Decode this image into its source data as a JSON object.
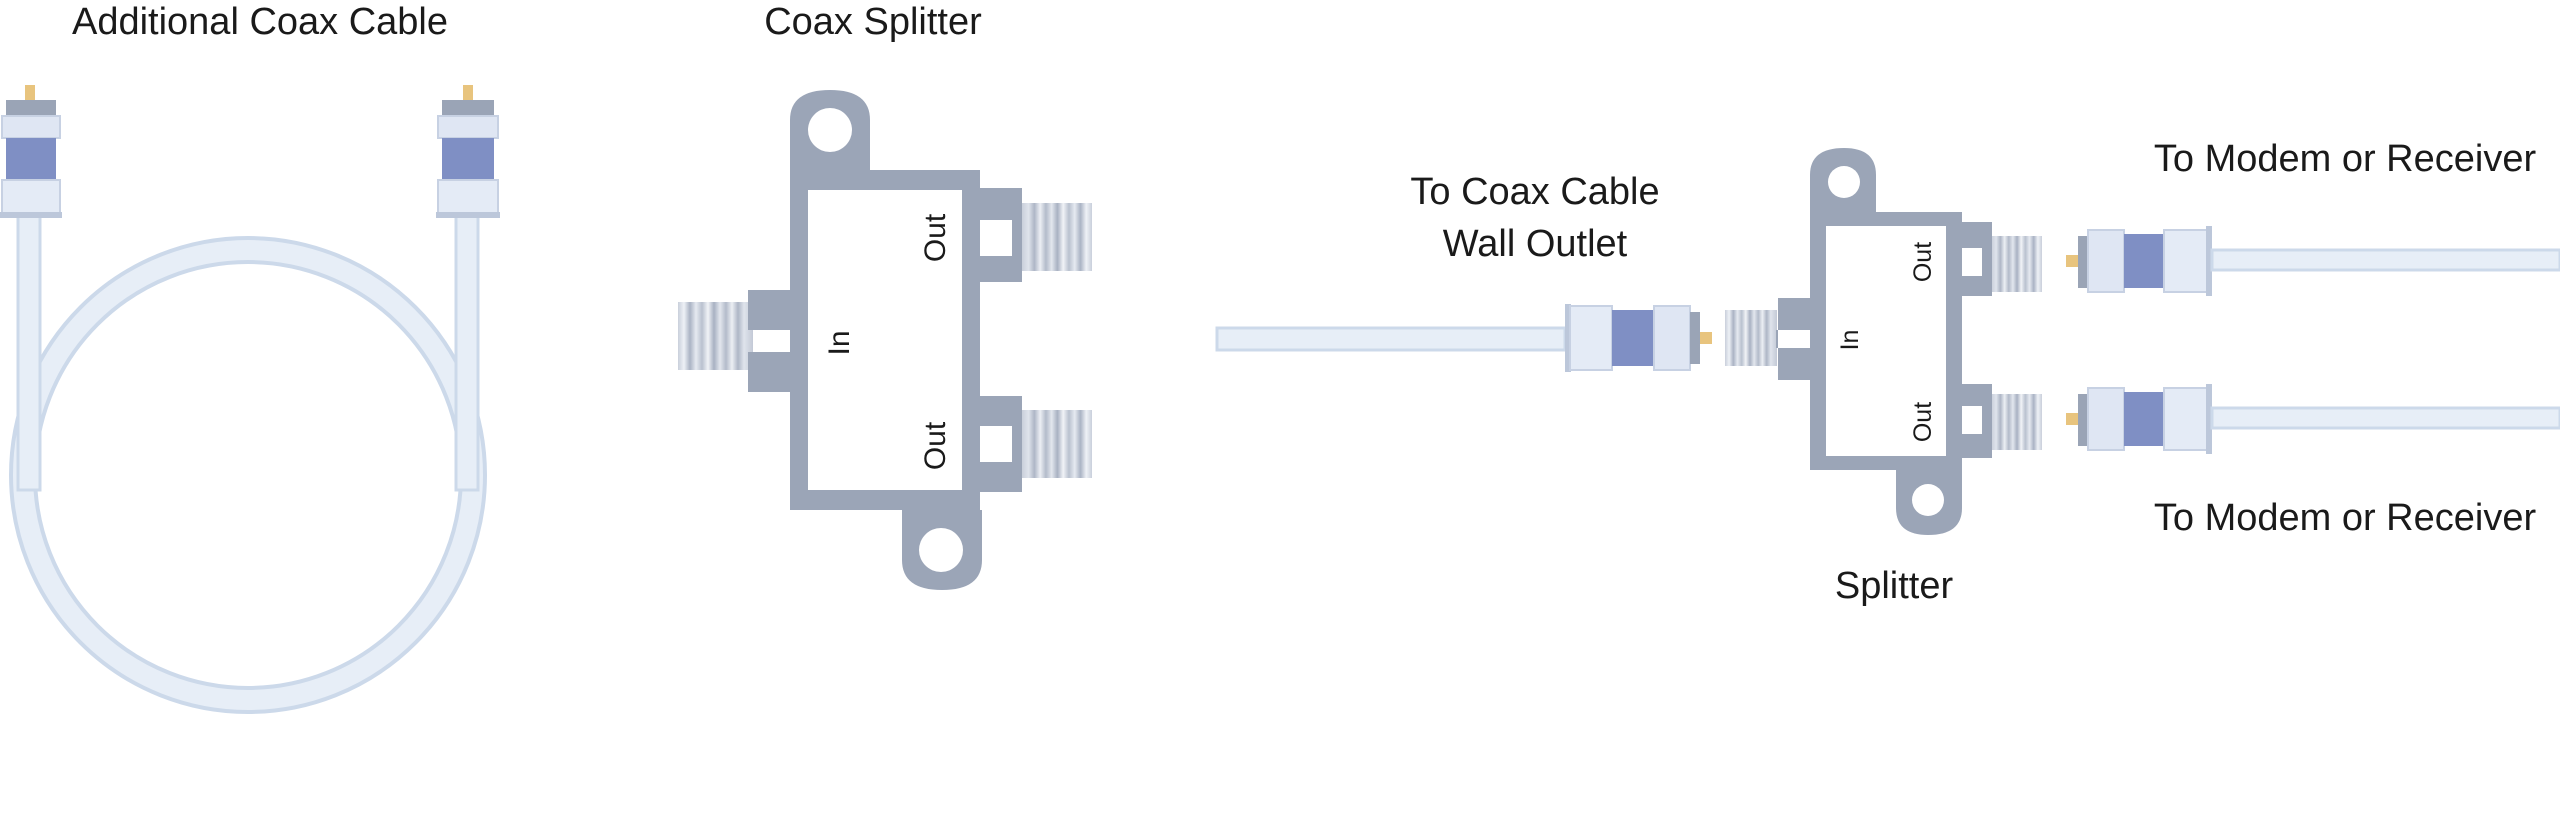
{
  "labels": {
    "additional_coax_cable": "Additional Coax Cable",
    "coax_splitter": "Coax Splitter",
    "to_coax_wall_line1": "To Coax Cable",
    "to_coax_wall_line2": "Wall Outlet",
    "to_modem_top": "To Modem or Receiver",
    "to_modem_bottom": "To Modem or Receiver",
    "splitter": "Splitter"
  },
  "ports": {
    "large_in": "In",
    "large_out_top": "Out",
    "large_out_bottom": "Out",
    "small_in": "In",
    "small_out_top": "Out",
    "small_out_bottom": "Out"
  },
  "colors": {
    "splitter_body": "#9ba5b7",
    "cable": "#e4ecf6",
    "cable_edge": "#ccd9ea",
    "connector_band": "#7f8fc4",
    "connector_light": "#dde6f3",
    "pin": "#e8c47e"
  }
}
